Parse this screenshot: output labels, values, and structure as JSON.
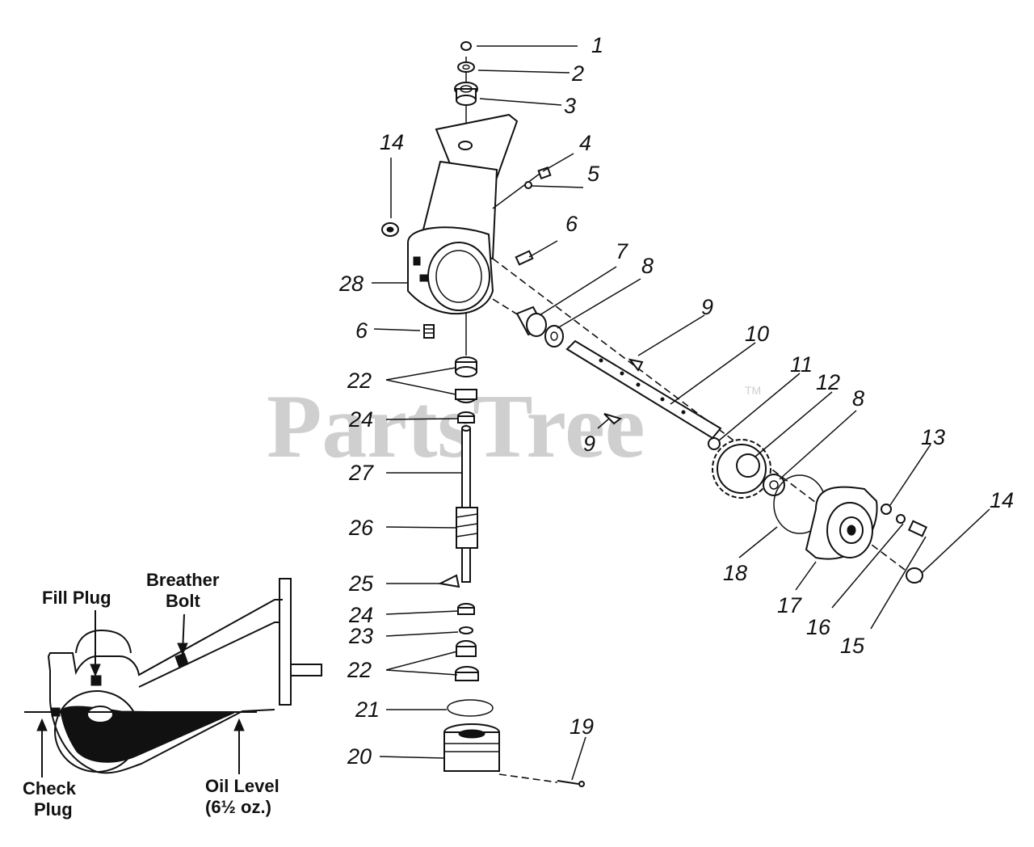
{
  "watermark": {
    "text": "PartsTree",
    "tm": "TM"
  },
  "callouts": [
    {
      "id": "c1",
      "text": "1"
    },
    {
      "id": "c2",
      "text": "2"
    },
    {
      "id": "c3",
      "text": "3"
    },
    {
      "id": "c4",
      "text": "4"
    },
    {
      "id": "c5",
      "text": "5"
    },
    {
      "id": "c6a",
      "text": "6"
    },
    {
      "id": "c6b",
      "text": "6"
    },
    {
      "id": "c7",
      "text": "7"
    },
    {
      "id": "c8a",
      "text": "8"
    },
    {
      "id": "c8b",
      "text": "8"
    },
    {
      "id": "c9a",
      "text": "9"
    },
    {
      "id": "c9b",
      "text": "9"
    },
    {
      "id": "c10",
      "text": "10"
    },
    {
      "id": "c11",
      "text": "11"
    },
    {
      "id": "c12",
      "text": "12"
    },
    {
      "id": "c13",
      "text": "13"
    },
    {
      "id": "c14a",
      "text": "14"
    },
    {
      "id": "c14b",
      "text": "14"
    },
    {
      "id": "c15",
      "text": "15"
    },
    {
      "id": "c16",
      "text": "16"
    },
    {
      "id": "c17",
      "text": "17"
    },
    {
      "id": "c18",
      "text": "18"
    },
    {
      "id": "c19",
      "text": "19"
    },
    {
      "id": "c20",
      "text": "20"
    },
    {
      "id": "c21",
      "text": "21"
    },
    {
      "id": "c22a",
      "text": "22"
    },
    {
      "id": "c22b",
      "text": "22"
    },
    {
      "id": "c23",
      "text": "23"
    },
    {
      "id": "c24a",
      "text": "24"
    },
    {
      "id": "c24b",
      "text": "24"
    },
    {
      "id": "c25",
      "text": "25"
    },
    {
      "id": "c26",
      "text": "26"
    },
    {
      "id": "c27",
      "text": "27"
    },
    {
      "id": "c28",
      "text": "28"
    }
  ],
  "inset": {
    "fill_plug": "Fill Plug",
    "breather_line1": "Breather",
    "breather_line2": "Bolt",
    "check_line1": "Check",
    "check_line2": "Plug",
    "oil_line1": "Oil Level",
    "oil_line2": "(6½ oz.)"
  }
}
